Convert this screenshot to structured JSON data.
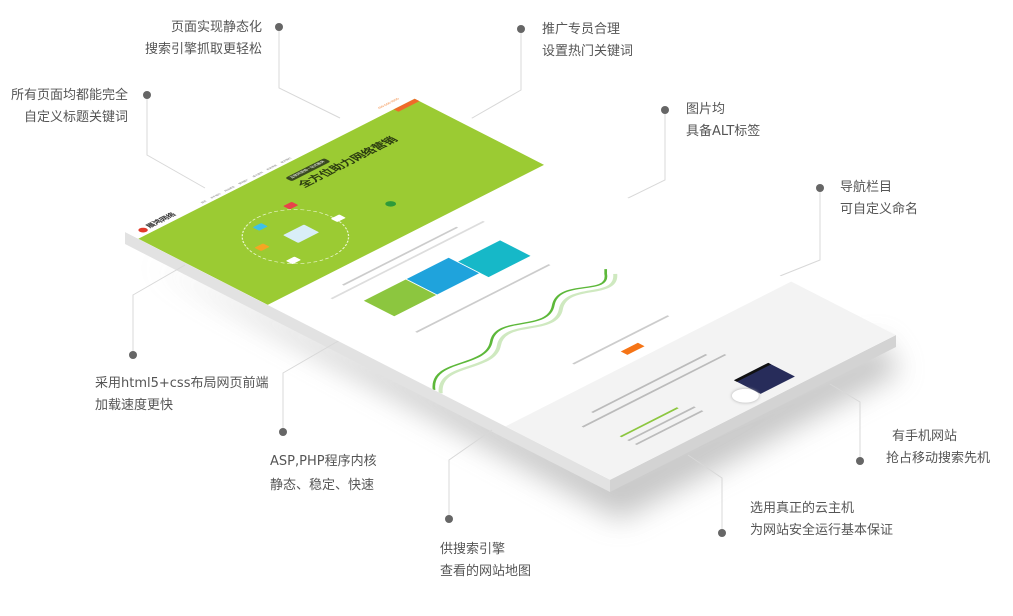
{
  "mockup": {
    "logo": "展鸿网络",
    "nav": "首页 关于我们 网站建设 营销推广 成功案例 新闻资讯 联系我们",
    "phone": "400-000-0000",
    "badge": "互联网营销一站式服务",
    "hero_title": "全方位助力网络营销",
    "colors": {
      "green": "#9bcb33",
      "orange": "#f57416",
      "blue": "#1fa3dc",
      "teal": "#16b8c8",
      "navy": "#272c5a"
    }
  },
  "callouts": [
    {
      "line1": "页面实现静态化",
      "line2": "搜索引擎抓取更轻松"
    },
    {
      "line1": "推广专员合理",
      "line2": "设置热门关键词"
    },
    {
      "line1": "所有页面均都能完全",
      "line2": "自定义标题关键词"
    },
    {
      "line1": "图片均",
      "line2": "具备ALT标签"
    },
    {
      "line1": "导航栏目",
      "line2": "可自定义命名"
    },
    {
      "line1": "采用html5+css布局网页前端",
      "line2": "加载速度更快"
    },
    {
      "line1": "ASP,PHP程序内核",
      "line2": "静态、稳定、快速"
    },
    {
      "line1": "供搜索引擎",
      "line2": "查看的网站地图"
    },
    {
      "line1": "选用真正的云主机",
      "line2": "为网站安全运行基本保证"
    },
    {
      "line1": "有手机网站",
      "line2": "抢占移动搜索先机"
    }
  ]
}
